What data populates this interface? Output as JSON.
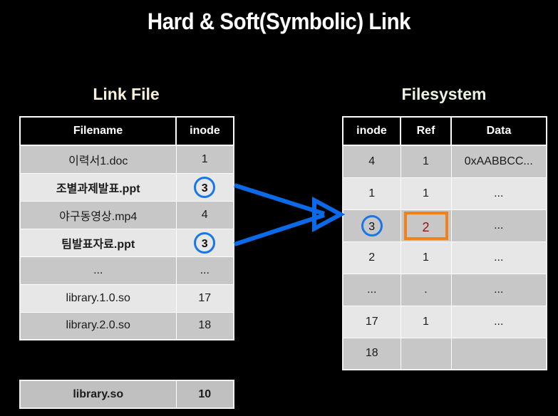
{
  "slide": {
    "title": "Hard & Soft(Symbolic) Link",
    "background_color": "#000000",
    "title_color": "#ffffff"
  },
  "link_file": {
    "heading": "Link File",
    "heading_color": "#f7efd8",
    "columns": [
      "Filename",
      "inode"
    ],
    "rows": [
      {
        "filename": "이력서1.doc",
        "inode": "1",
        "bold": false,
        "circled": false
      },
      {
        "filename": "조별과제발표.ppt",
        "inode": "3",
        "bold": true,
        "circled": true
      },
      {
        "filename": "야구동영상.mp4",
        "inode": "4",
        "bold": false,
        "circled": false
      },
      {
        "filename": "팀발표자료.ppt",
        "inode": "3",
        "bold": true,
        "circled": true
      },
      {
        "filename": "...",
        "inode": "...",
        "bold": false,
        "circled": false
      },
      {
        "filename": "library.1.0.so",
        "inode": "17",
        "bold": false,
        "circled": false
      },
      {
        "filename": "library.2.0.so",
        "inode": "18",
        "bold": false,
        "circled": false
      }
    ]
  },
  "soft_link": {
    "filename": "library.so",
    "inode": "10"
  },
  "filesystem": {
    "heading": "Filesystem",
    "heading_color": "#e9f2e1",
    "columns": [
      "inode",
      "Ref",
      "Data"
    ],
    "rows": [
      {
        "inode": "4",
        "ref": "1",
        "data": "0xAABBCC...",
        "inode_circled": false,
        "ref_boxed": false,
        "ref_muted": true
      },
      {
        "inode": "1",
        "ref": "1",
        "data": "...",
        "inode_circled": false,
        "ref_boxed": false,
        "ref_muted": true
      },
      {
        "inode": "3",
        "ref": "2",
        "data": "...",
        "inode_circled": true,
        "ref_boxed": true,
        "ref_muted": false
      },
      {
        "inode": "2",
        "ref": "1",
        "data": "...",
        "inode_circled": false,
        "ref_boxed": false,
        "ref_muted": true
      },
      {
        "inode": "...",
        "ref": ".",
        "data": "...",
        "inode_circled": false,
        "ref_boxed": false,
        "ref_muted": true
      },
      {
        "inode": "17",
        "ref": "1",
        "data": "...",
        "inode_circled": false,
        "ref_boxed": false,
        "ref_muted": true
      },
      {
        "inode": "18",
        "ref": "",
        "data": "",
        "inode_circled": false,
        "ref_boxed": false,
        "ref_muted": true
      }
    ]
  },
  "markers": {
    "circle_color": "#1877e8",
    "box_color": "#f0821e",
    "ref_highlight_color": "#8c1414",
    "arrow_color": "#0a6ae8"
  },
  "arrows": [
    {
      "name": "hard-link-arrow-top",
      "from": "조별과제발표.ppt inode 3",
      "to": "filesystem inode 3"
    },
    {
      "name": "hard-link-arrow-bottom",
      "from": "팀발표자료.ppt inode 3",
      "to": "filesystem inode 3"
    }
  ]
}
